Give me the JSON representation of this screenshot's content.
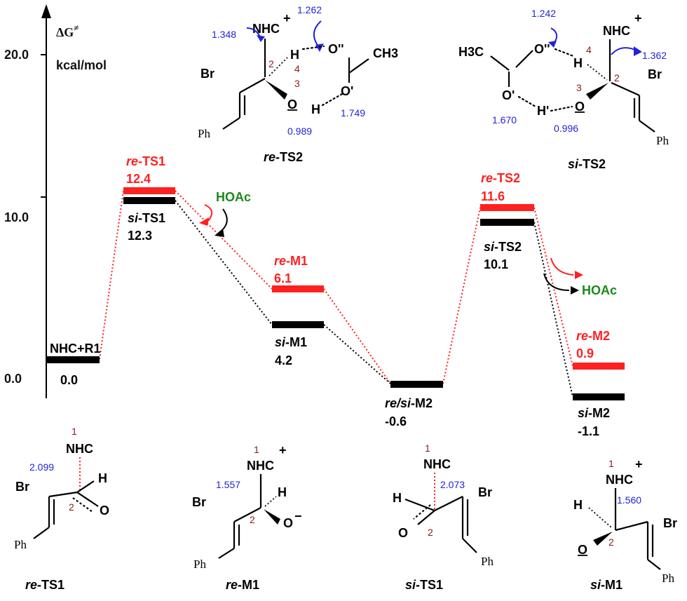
{
  "axis": {
    "label_delta_g": "ΔG",
    "label_delta_g_sup": "≠",
    "label_units": "kcal/mol",
    "ticks": [
      "0.0",
      "10.0",
      "20.0"
    ]
  },
  "chart_data": {
    "type": "line",
    "ylabel": "ΔG≠ kcal/mol",
    "ylim": [
      0,
      23
    ],
    "red_color": "#ff2020",
    "black_color": "#000000",
    "green_color": "#1a8a1a",
    "blue_color": "#2222dd",
    "levels": [
      {
        "id": "r1",
        "name": "NHC+R1",
        "value": 0.0,
        "value_label": "0.0",
        "series": "both"
      },
      {
        "id": "re-ts1",
        "name_prefix": "re",
        "name_suffix": "-TS1",
        "value": 12.4,
        "value_label": "12.4",
        "series": "re"
      },
      {
        "id": "si-ts1",
        "name_prefix": "si",
        "name_suffix": "-TS1",
        "value": 12.3,
        "value_label": "12.3",
        "series": "si"
      },
      {
        "id": "re-m1",
        "name_prefix": "re",
        "name_suffix": "-M1",
        "value": 6.1,
        "value_label": "6.1",
        "series": "re"
      },
      {
        "id": "si-m1",
        "name_prefix": "si",
        "name_suffix": "-M1",
        "value": 4.2,
        "value_label": "4.2",
        "series": "si"
      },
      {
        "id": "m2",
        "name_prefix": "re/si",
        "name_suffix": "-M2",
        "value": -0.6,
        "value_label": "-0.6",
        "series": "both"
      },
      {
        "id": "re-ts2",
        "name_prefix": "re",
        "name_suffix": "-TS2",
        "value": 11.6,
        "value_label": "11.6",
        "series": "re"
      },
      {
        "id": "si-ts2",
        "name_prefix": "si",
        "name_suffix": "-TS2",
        "value": 10.1,
        "value_label": "10.1",
        "series": "si"
      },
      {
        "id": "re-m2",
        "name_prefix": "re",
        "name_suffix": "-M2",
        "value": 0.9,
        "value_label": "0.9",
        "series": "re"
      },
      {
        "id": "si-m2",
        "name_prefix": "si",
        "name_suffix": "-M2",
        "value": -1.1,
        "value_label": "-1.1",
        "series": "si"
      }
    ],
    "annotations": [
      "HOAc",
      "HOAc"
    ]
  },
  "structures": {
    "re_ts2": {
      "prefix": "re",
      "suffix": "-TS2",
      "d1": "1.348",
      "d2": "1.262",
      "d3": "1.749",
      "d4": "0.989"
    },
    "si_ts2": {
      "prefix": "si",
      "suffix": "-TS2",
      "d1": "1.242",
      "d2": "1.362",
      "d3": "1.670",
      "d4": "0.996"
    },
    "re_ts1": {
      "prefix": "re",
      "suffix": "-TS1",
      "d1": "2.099"
    },
    "re_m1": {
      "prefix": "re",
      "suffix": "-M1",
      "d1": "1.557"
    },
    "si_ts1": {
      "prefix": "si",
      "suffix": "-TS1",
      "d1": "2.073"
    },
    "si_m1": {
      "prefix": "si",
      "suffix": "-M1",
      "d1": "1.560"
    }
  },
  "atoms": {
    "nhc": "NHC",
    "plus": "+",
    "br": "Br",
    "ph": "Ph",
    "h": "H",
    "o": "O",
    "ch3": "CH3",
    "h3c": "H3C",
    "o_pp": "O''",
    "o_p": "O'",
    "h_p": "H'",
    "minus": "−",
    "i1": "1",
    "i2": "2",
    "i3": "3",
    "i4": "4"
  }
}
